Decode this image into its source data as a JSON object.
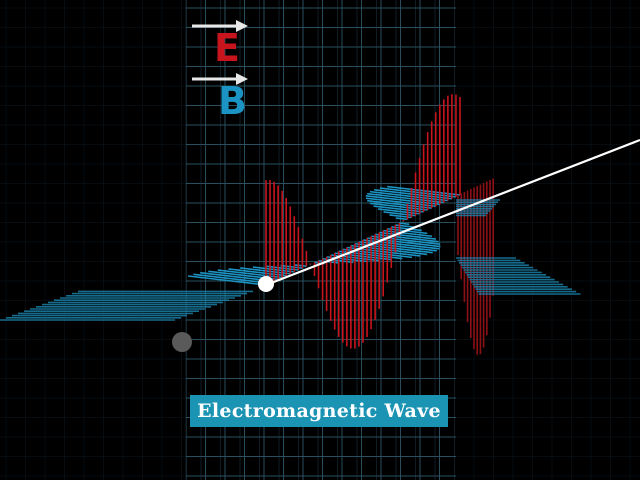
{
  "legend": {
    "e_label": "E",
    "b_label": "B",
    "e_color": "#c8141c",
    "b_color": "#1b93c3"
  },
  "caption": {
    "text": "Electromagnetic Wave",
    "background": "#1b93b3"
  },
  "colors": {
    "background": "#000000",
    "grid": "#1d3440",
    "axis": "#ffffff"
  }
}
